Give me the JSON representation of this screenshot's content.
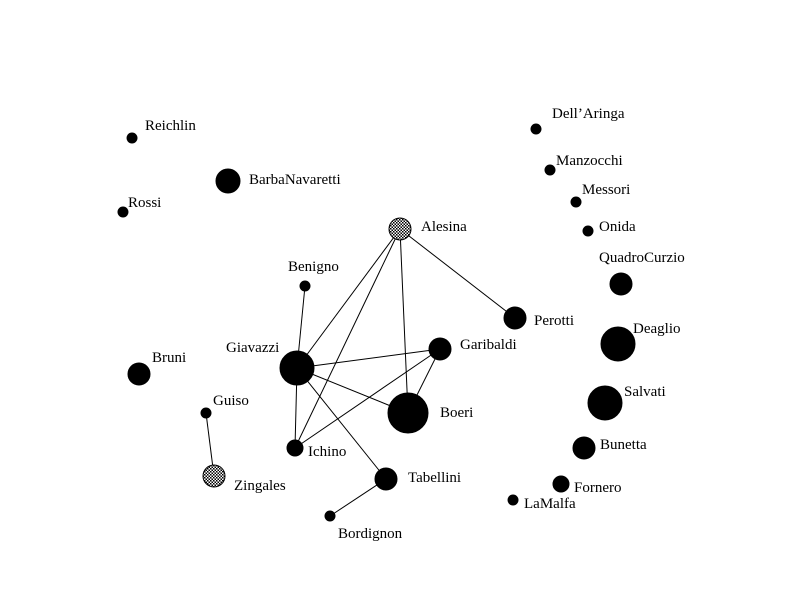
{
  "nodes": [
    {
      "id": "Reichlin",
      "label": "Reichlin",
      "hatched": false
    },
    {
      "id": "Rossi",
      "label": "Rossi",
      "hatched": false
    },
    {
      "id": "BarbaNavaretti",
      "label": "BarbaNavaretti",
      "hatched": false
    },
    {
      "id": "Alesina",
      "label": "Alesina",
      "hatched": true
    },
    {
      "id": "Benigno",
      "label": "Benigno",
      "hatched": false
    },
    {
      "id": "Giavazzi",
      "label": "Giavazzi",
      "hatched": false
    },
    {
      "id": "Bruni",
      "label": "Bruni",
      "hatched": false
    },
    {
      "id": "Guiso",
      "label": "Guiso",
      "hatched": false
    },
    {
      "id": "Zingales",
      "label": "Zingales",
      "hatched": true
    },
    {
      "id": "Ichino",
      "label": "Ichino",
      "hatched": false
    },
    {
      "id": "Garibaldi",
      "label": "Garibaldi",
      "hatched": false
    },
    {
      "id": "Boeri",
      "label": "Boeri",
      "hatched": false
    },
    {
      "id": "Perotti",
      "label": "Perotti",
      "hatched": false
    },
    {
      "id": "Tabellini",
      "label": "Tabellini",
      "hatched": false
    },
    {
      "id": "Bordignon",
      "label": "Bordignon",
      "hatched": false
    },
    {
      "id": "DellAringa",
      "label": "Dell’Aringa",
      "hatched": false
    },
    {
      "id": "Manzocchi",
      "label": "Manzocchi",
      "hatched": false
    },
    {
      "id": "Messori",
      "label": "Messori",
      "hatched": false
    },
    {
      "id": "Onida",
      "label": "Onida",
      "hatched": false
    },
    {
      "id": "QuadroCurzio",
      "label": "QuadroCurzio",
      "hatched": false
    },
    {
      "id": "Deaglio",
      "label": "Deaglio",
      "hatched": false
    },
    {
      "id": "Salvati",
      "label": "Salvati",
      "hatched": false
    },
    {
      "id": "Bunetta",
      "label": "Bunetta",
      "hatched": false
    },
    {
      "id": "Fornero",
      "label": "Fornero",
      "hatched": false
    },
    {
      "id": "LaMalfa",
      "label": "LaMalfa",
      "hatched": false
    }
  ],
  "edges": [
    [
      "Alesina",
      "Giavazzi"
    ],
    [
      "Alesina",
      "Ichino"
    ],
    [
      "Alesina",
      "Boeri"
    ],
    [
      "Alesina",
      "Perotti"
    ],
    [
      "Benigno",
      "Giavazzi"
    ],
    [
      "Giavazzi",
      "Garibaldi"
    ],
    [
      "Giavazzi",
      "Boeri"
    ],
    [
      "Giavazzi",
      "Tabellini"
    ],
    [
      "Giavazzi",
      "Ichino"
    ],
    [
      "Ichino",
      "Garibaldi"
    ],
    [
      "Garibaldi",
      "Boeri"
    ],
    [
      "Guiso",
      "Zingales"
    ],
    [
      "Tabellini",
      "Bordignon"
    ]
  ]
}
